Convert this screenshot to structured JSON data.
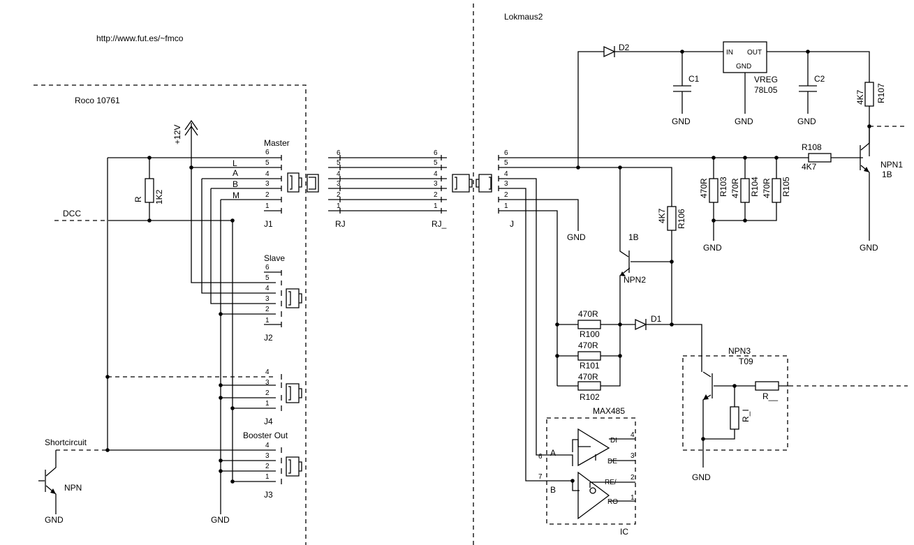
{
  "labels": {
    "url": "http://www.fut.es/~fmco",
    "box_left": "Roco 10761",
    "box_right": "Lokmaus2",
    "v12": "+12V",
    "dcc": "DCC",
    "shortcircuit": "Shortcircuit",
    "npn_left": "NPN",
    "gnd": "GND"
  },
  "connectors": {
    "master": "Master",
    "j1": "J1",
    "slave": "Slave",
    "j2": "J2",
    "j4": "J4",
    "booster": "Booster Out",
    "j3": "J3",
    "rj": "RJ",
    "rj_": "RJ_",
    "j": "J",
    "sig_l": "L",
    "sig_a": "A",
    "sig_b": "B",
    "sig_m": "M",
    "pins6": [
      "6",
      "5",
      "4",
      "3",
      "2",
      "1"
    ],
    "pins4": [
      "4",
      "3",
      "2",
      "1"
    ]
  },
  "components": {
    "r_left": "R",
    "r_left_val": "1K2",
    "d1": "D1",
    "d2": "D2",
    "c1": "C1",
    "c2": "C2",
    "vreg": "VREG",
    "vreg_type": "78L05",
    "vreg_in": "IN",
    "vreg_out": "OUT",
    "vreg_gnd": "GND",
    "r107": "R107",
    "r107_val": "4K7",
    "r108": "R108",
    "r108_val": "4K7",
    "npn1": "NPN1",
    "npn1_val": "1B",
    "r103": "R103",
    "r104": "R104",
    "r105": "R105",
    "r470": "470R",
    "r106": "R106",
    "r106_val": "4K7",
    "npn2": "NPN2",
    "npn2_val": "1B",
    "r100": "R100",
    "r101": "R101",
    "r102": "R102",
    "npn3": "NPN3",
    "npn3_val": "T09",
    "r_i": "R_I",
    "r_": "R__",
    "ic": "IC",
    "ic_type": "MAX485",
    "di": "DI",
    "de": "DE",
    "re": "RE/",
    "ro": "RO",
    "pin_a": "A",
    "pin_b": "B",
    "n6": "6",
    "n7": "7",
    "n4": "4",
    "n3": "3",
    "n2": "2",
    "n1": "1"
  }
}
